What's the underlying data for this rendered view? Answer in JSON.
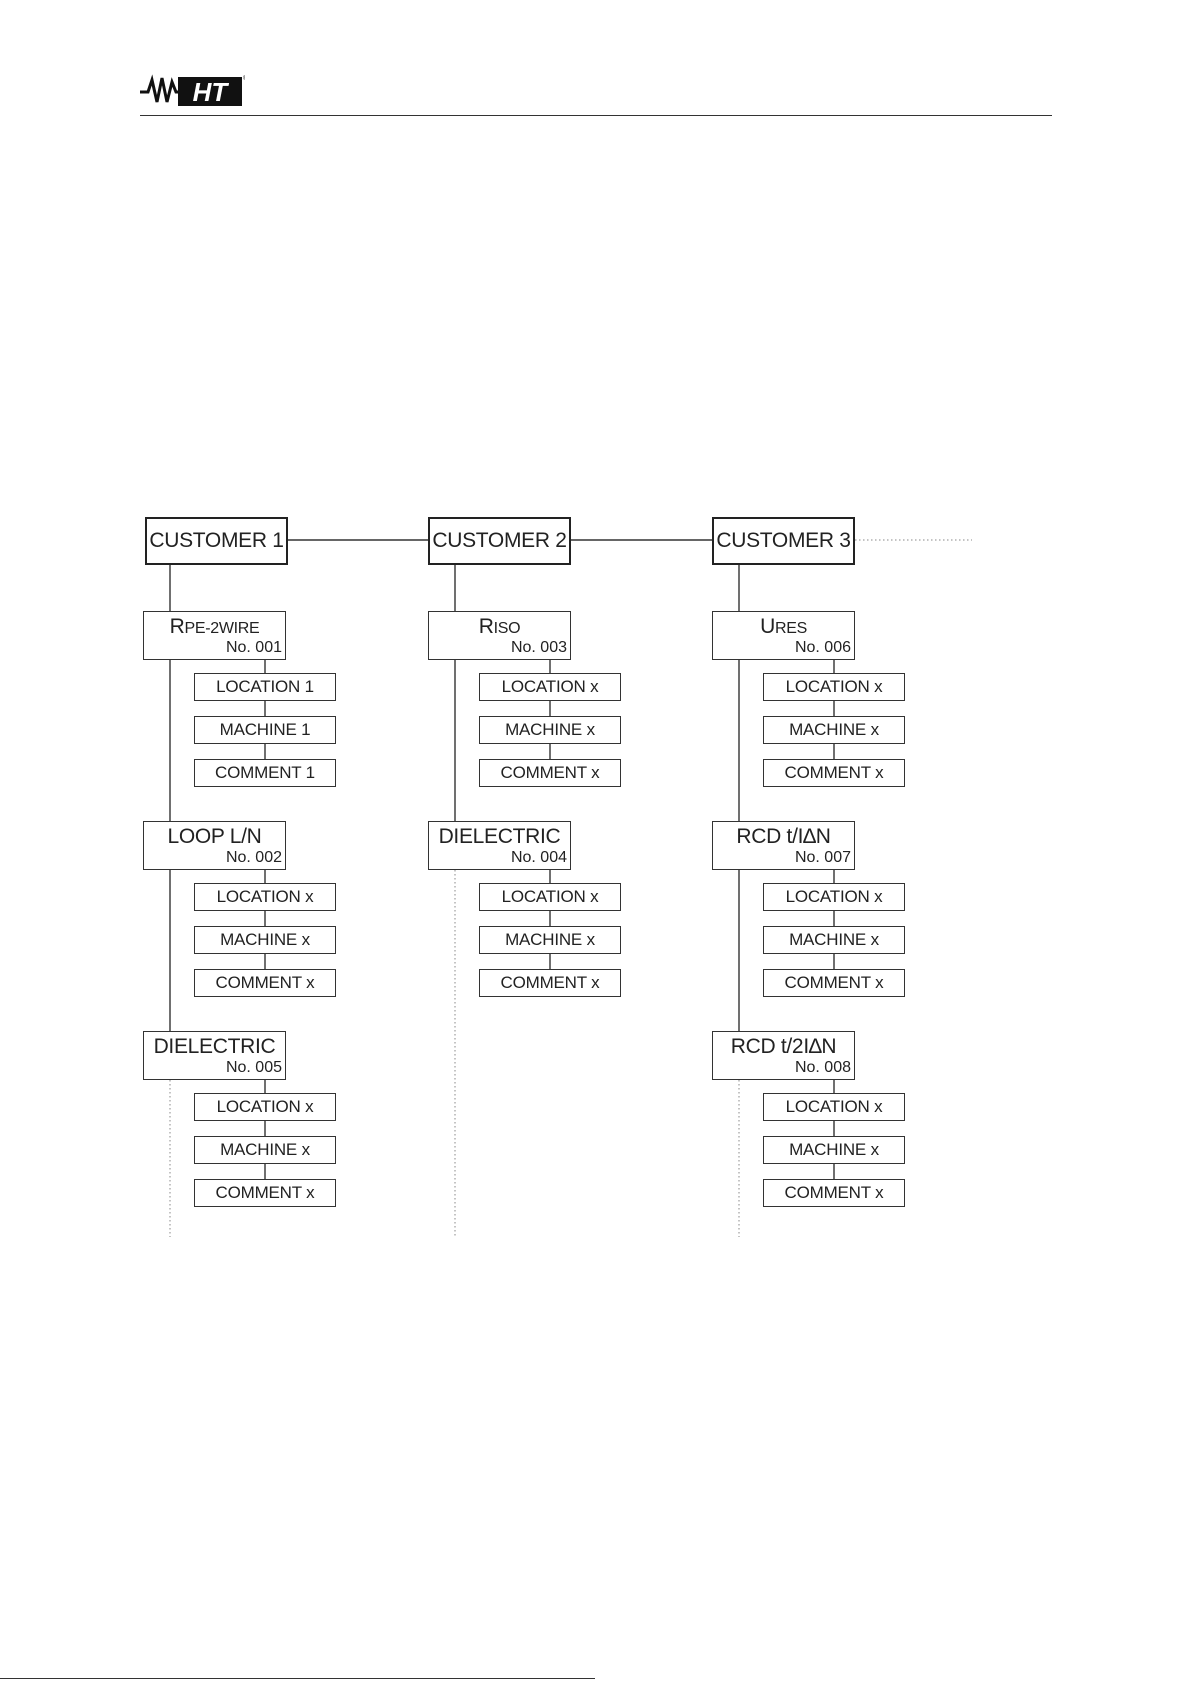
{
  "brand": {
    "logo_text": "HT"
  },
  "customers": [
    {
      "label": "CUSTOMER 1",
      "tests": [
        {
          "name_main": "R",
          "name_sub": "PE-2WIRE",
          "number": "No. 001",
          "details": [
            "LOCATION 1",
            "MACHINE 1",
            "COMMENT 1"
          ]
        },
        {
          "name_main": "LOOP L/N",
          "name_sub": "",
          "number": "No. 002",
          "details": [
            "LOCATION x",
            "MACHINE x",
            "COMMENT x"
          ]
        },
        {
          "name_main": "DIELECTRIC",
          "name_sub": "",
          "number": "No. 005",
          "details": [
            "LOCATION x",
            "MACHINE x",
            "COMMENT x"
          ]
        }
      ]
    },
    {
      "label": "CUSTOMER 2",
      "tests": [
        {
          "name_main": "R",
          "name_sub": "ISO",
          "number": "No. 003",
          "details": [
            "LOCATION x",
            "MACHINE x",
            "COMMENT x"
          ]
        },
        {
          "name_main": "DIELECTRIC",
          "name_sub": "",
          "number": "No. 004",
          "details": [
            "LOCATION x",
            "MACHINE x",
            "COMMENT x"
          ]
        }
      ]
    },
    {
      "label": "CUSTOMER 3",
      "tests": [
        {
          "name_main": "U",
          "name_sub": "RES",
          "number": "No. 006",
          "details": [
            "LOCATION x",
            "MACHINE x",
            "COMMENT x"
          ]
        },
        {
          "name_main": "RCD t/I∆N",
          "name_sub": "",
          "number": "No. 007",
          "details": [
            "LOCATION x",
            "MACHINE x",
            "COMMENT x"
          ]
        },
        {
          "name_main": "RCD t/2I∆N",
          "name_sub": "",
          "number": "No. 008",
          "details": [
            "LOCATION x",
            "MACHINE x",
            "COMMENT x"
          ]
        }
      ]
    }
  ]
}
